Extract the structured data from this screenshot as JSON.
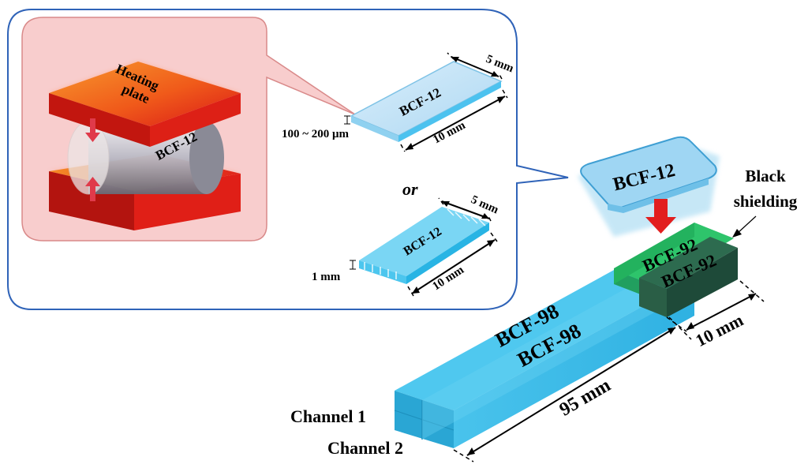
{
  "inset": {
    "heater_label_line1": "Heating",
    "heater_label_line2": "plate",
    "fiber_label": "BCF-12",
    "or_label": "or",
    "slab_top": {
      "label": "BCF-12",
      "width_label": "5 mm",
      "length_label": "10 mm",
      "thickness_label": "100 ~ 200 μm"
    },
    "slab_bottom": {
      "label": "BCF-12",
      "width_label": "5 mm",
      "length_label": "10 mm",
      "thickness_label": "1 mm"
    }
  },
  "assembly": {
    "bcf12_label": "BCF-12",
    "shielding_line1": "Black",
    "shielding_line2": "shielding",
    "bcf92_top": "BCF-92",
    "bcf92_bottom": "BCF-92",
    "bcf98_top": "BCF-98",
    "bcf98_bottom": "BCF-98",
    "length_short": "10 mm",
    "length_long": "95 mm",
    "channel1": "Channel 1",
    "channel2": "Channel 2"
  },
  "colors": {
    "frame": "#2f63b8",
    "callout_fill": "#f8cccc",
    "heater_top": "#f46a1c",
    "heater_side": "#d41b14",
    "fiber_cyan": "#37bfe9",
    "scintillator_green": "#23b25e",
    "shield_dark": "#1e4a39",
    "arrow_red": "#e21e1e"
  }
}
